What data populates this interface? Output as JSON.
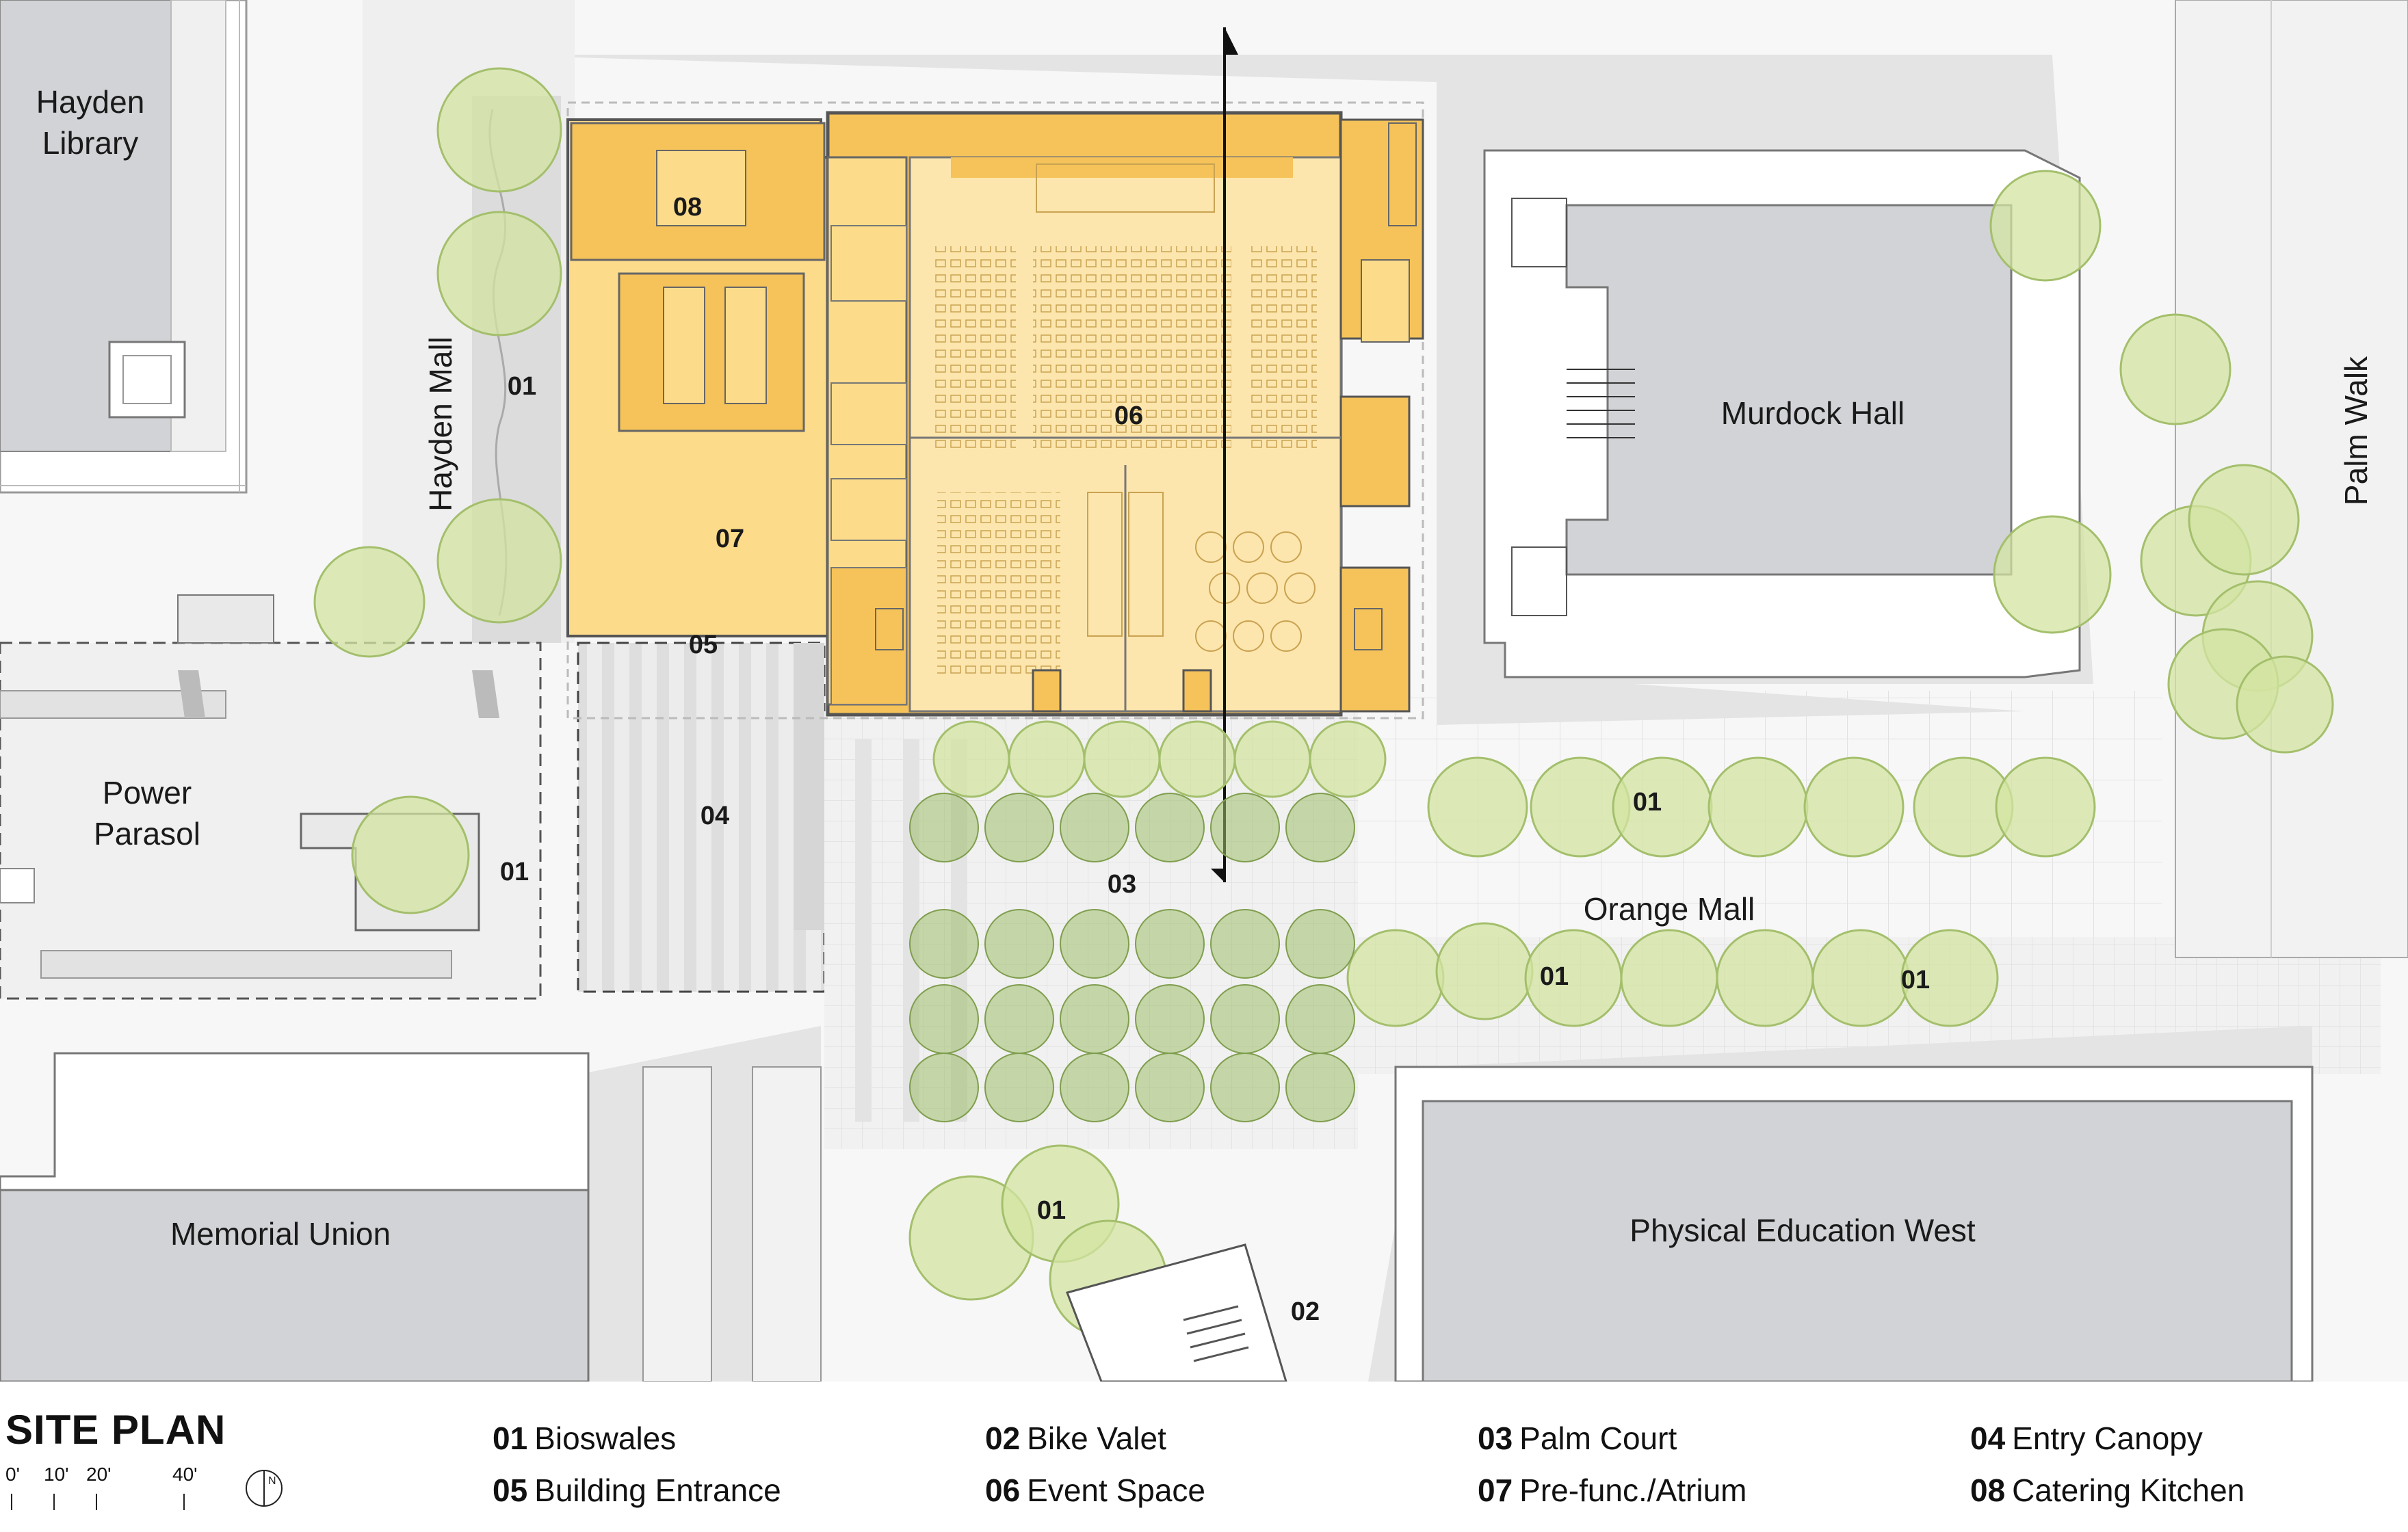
{
  "buildings": {
    "hayden_library": [
      "Hayden",
      "Library"
    ],
    "murdock_hall": "Murdock Hall",
    "power_parasol": [
      "Power",
      "Parasol"
    ],
    "memorial_union": "Memorial Union",
    "physical_education_west": "Physical Education West"
  },
  "streets": {
    "hayden_mall": "Hayden Mall",
    "palm_walk": "Palm Walk",
    "orange_mall": "Orange Mall"
  },
  "zone_tags": {
    "t01": "01",
    "t02": "02",
    "t03": "03",
    "t04": "04",
    "t05": "05",
    "t06": "06",
    "t07": "07",
    "t08": "08"
  },
  "legend": {
    "title": "SITE PLAN",
    "items": [
      {
        "num": "01",
        "label": "Bioswales"
      },
      {
        "num": "02",
        "label": "Bike Valet"
      },
      {
        "num": "03",
        "label": "Palm Court"
      },
      {
        "num": "04",
        "label": "Entry Canopy"
      },
      {
        "num": "05",
        "label": "Building Entrance"
      },
      {
        "num": "06",
        "label": "Event Space"
      },
      {
        "num": "07",
        "label": "Pre-func./Atrium"
      },
      {
        "num": "08",
        "label": "Catering Kitchen"
      }
    ],
    "scale": [
      "0'",
      "10'",
      "20'",
      "40'"
    ],
    "north_label": "N"
  },
  "colors": {
    "building_dark": "#f5c35a",
    "building_light": "#fcdc8a",
    "event_hall": "#fde6ad",
    "tree_fill": "#d3e4a2",
    "tree_stroke": "#a4bf6c",
    "palm": "#9ebd6a",
    "shadow": "#e4e4e4",
    "neighbor": "#d2d3d6"
  }
}
